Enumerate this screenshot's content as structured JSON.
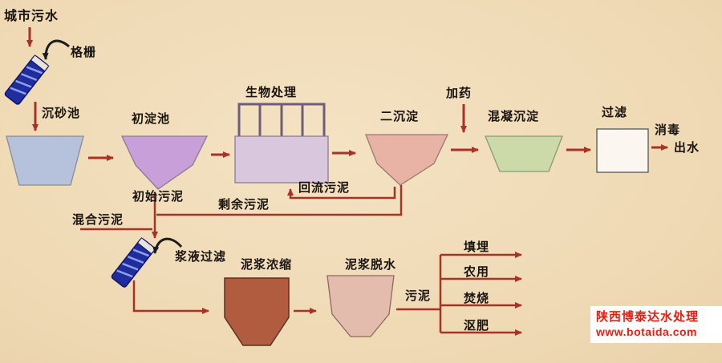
{
  "process": {
    "influent": "城市污水",
    "units": {
      "bar_screen": "格栅",
      "grit_chamber": "沉砂池",
      "primary_sedimentation": "初淀池",
      "biological_treatment": "生物处理",
      "secondary_sedimentation": "二沉淀",
      "dosing": "加药",
      "coagulation_sedimentation": "混凝沉淀",
      "filtration": "过滤",
      "disinfection": "消毒",
      "effluent": "出水"
    },
    "sludge": {
      "initial": "初始污泥",
      "return": "回流污泥",
      "excess": "剩余污泥",
      "mixed": "混合污泥",
      "slurry_filtration": "浆液过滤",
      "thickening": "泥浆浓缩",
      "dewatering": "泥浆脱水",
      "sludge": "污泥",
      "disposal": {
        "landfill": "填埋",
        "agricultural": "农用",
        "incineration": "焚烧",
        "composting": "沤肥"
      }
    }
  },
  "watermark": {
    "company": "陕西博泰达水处理",
    "url": "www.botaida.com"
  },
  "colors": {
    "canvas_background": "#efd9b4",
    "arrow": "#a93226",
    "label_text": "#181410",
    "watermark_text": "#ec1c0f",
    "device_blue": "#1f2d9e",
    "tanks": {
      "grit_chamber": "#b6c1dc",
      "primary_sedimentation": "#c89fd8",
      "biological_treatment": "#d9c7de",
      "secondary_sedimentation": "#e8b2a4",
      "coagulation_sedimentation": "#ccd9a8",
      "filtration": "#fbf7f0",
      "sludge_thickening": "#b25c3f",
      "sludge_dewatering": "#e3bcae"
    }
  }
}
